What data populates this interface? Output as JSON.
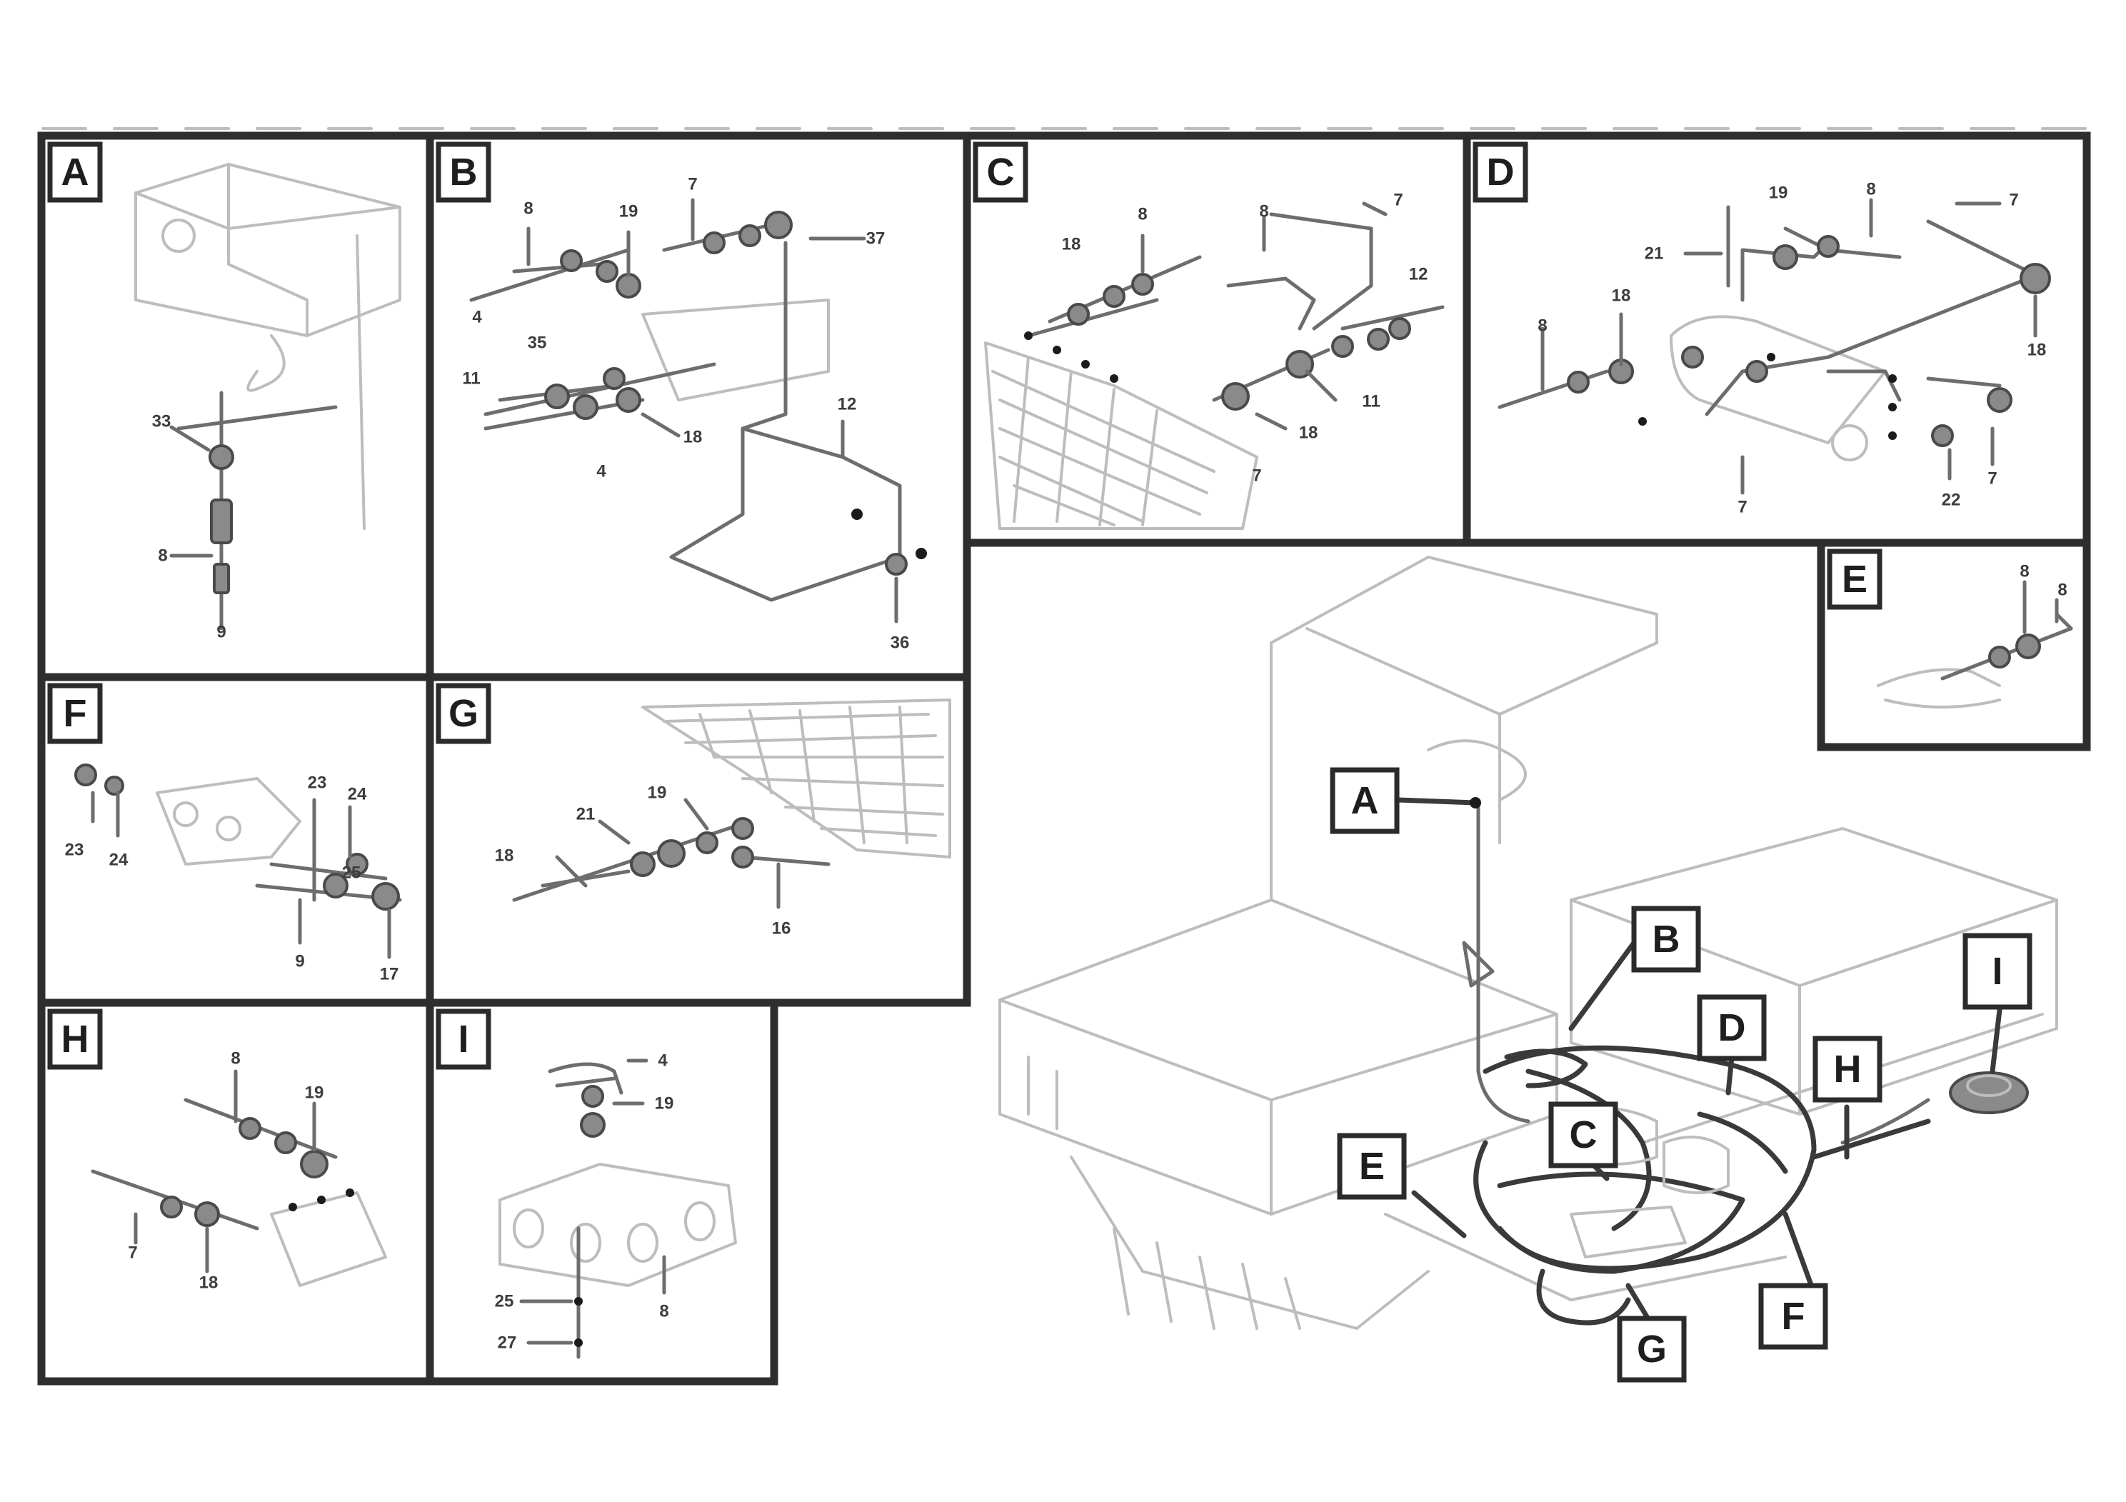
{
  "panels": [
    {
      "id": "A",
      "callouts": [
        "33",
        "8",
        "9"
      ]
    },
    {
      "id": "B",
      "callouts": [
        "8",
        "19",
        "7",
        "37",
        "4",
        "35",
        "11",
        "18",
        "12",
        "4",
        "36"
      ]
    },
    {
      "id": "C",
      "callouts": [
        "18",
        "8",
        "8",
        "7",
        "12",
        "11",
        "18",
        "7"
      ]
    },
    {
      "id": "D",
      "callouts": [
        "19",
        "8",
        "7",
        "21",
        "18",
        "8",
        "18",
        "22",
        "7",
        "7"
      ]
    },
    {
      "id": "E",
      "callouts": [
        "8",
        "8"
      ]
    },
    {
      "id": "F",
      "callouts": [
        "23",
        "24",
        "23",
        "24",
        "25",
        "9",
        "17"
      ]
    },
    {
      "id": "G",
      "callouts": [
        "18",
        "21",
        "19",
        "16"
      ]
    },
    {
      "id": "H",
      "callouts": [
        "8",
        "19",
        "7",
        "18"
      ]
    },
    {
      "id": "I",
      "callouts": [
        "4",
        "19",
        "25",
        "27",
        "8"
      ]
    }
  ],
  "overview_labels": [
    "A",
    "B",
    "C",
    "D",
    "E",
    "F",
    "G",
    "H",
    "I"
  ],
  "reference": {
    "line1": "",
    "line2": "",
    "line3": ""
  }
}
